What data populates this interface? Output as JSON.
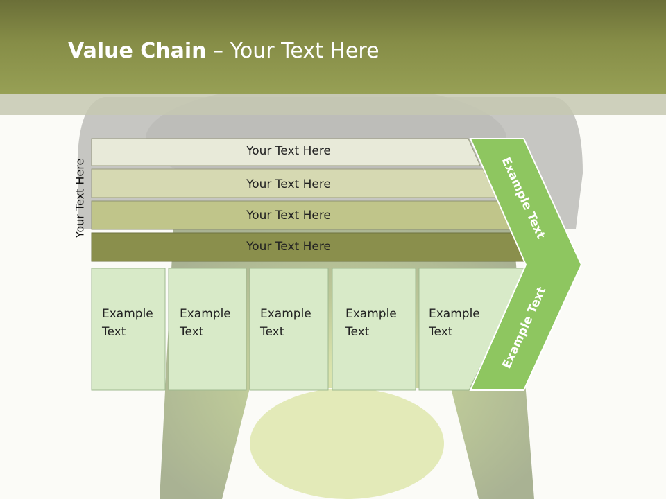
{
  "slide": {
    "title_bold": "Value Chain",
    "title_rest": " – Your Text Here",
    "side_label": "Your Text Here"
  },
  "bars": [
    {
      "label": "Your Text Here",
      "color": "#e8ead9"
    },
    {
      "label": "Your Text Here",
      "color": "#d6d9b2"
    },
    {
      "label": "Your Text Here",
      "color": "#c0c58a"
    },
    {
      "label": "Your Text Here",
      "color": "#8a8f4c"
    }
  ],
  "boxes": [
    {
      "line1": "Example",
      "line2": "Text"
    },
    {
      "line1": "Example",
      "line2": "Text"
    },
    {
      "line1": "Example",
      "line2": "Text"
    },
    {
      "line1": "Example",
      "line2": "Text"
    },
    {
      "line1": "Example",
      "line2": "Text"
    }
  ],
  "arrow": {
    "upper_label": "Example Text",
    "lower_label": "Example Text",
    "color": "#8ec660"
  },
  "colors": {
    "header": "#868d47",
    "box_fill": "#d8eac8",
    "box_border": "#9fb98f"
  }
}
